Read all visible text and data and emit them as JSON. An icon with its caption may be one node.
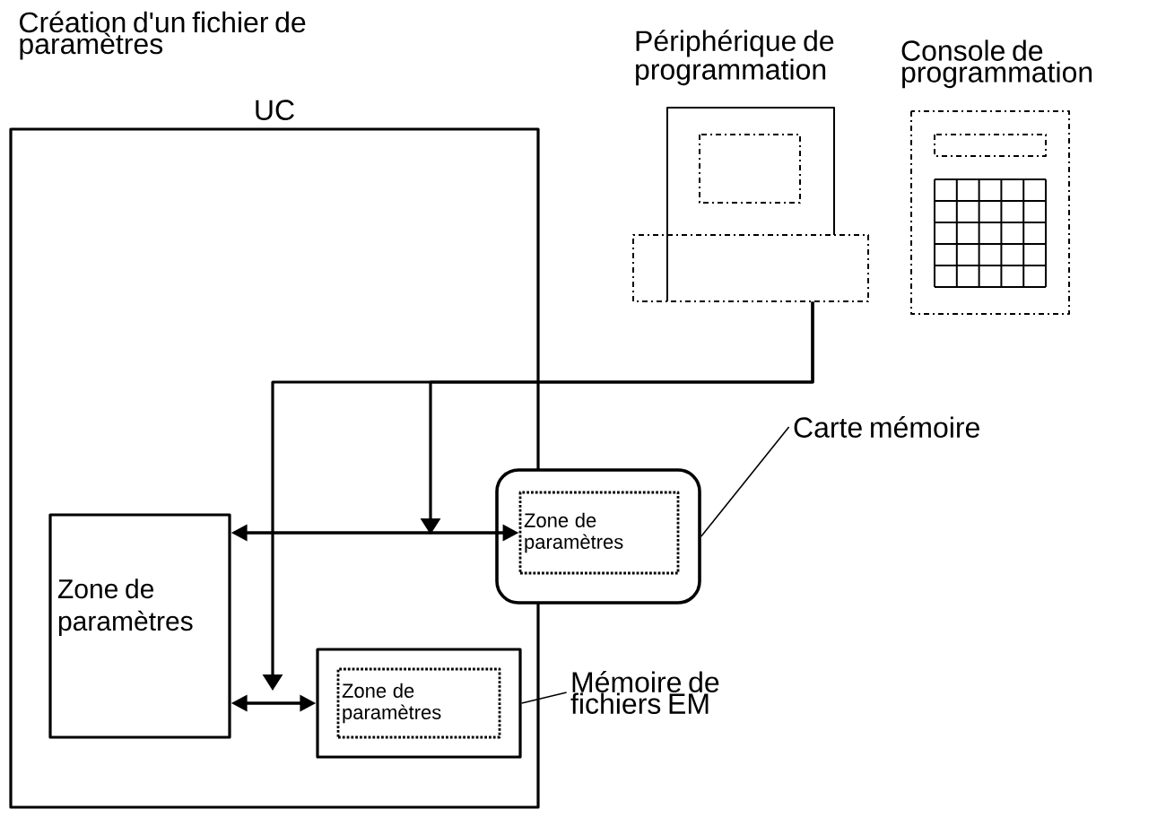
{
  "diagram": {
    "title": "Création d'un fichier de paramètres",
    "nodes": [
      {
        "text": [
          "UC"
        ]
      },
      {
        "text": [
          "Zone de paramètres"
        ],
        "in": 0
      },
      {
        "text": [],
        "shape": "box",
        "in": 0
      },
      {
        "text": [
          "Zone de paramètres"
        ],
        "in": 2
      },
      {
        "text": [],
        "shape": "box"
      },
      {
        "text": [
          "Zone de paramètres"
        ],
        "in": 4
      },
      {
        "text": [
          "Carte mémoire"
        ]
      },
      {
        "text": [
          "Mémoire de fichiers EM"
        ]
      },
      {
        "text": [
          "Périphérique de programmation"
        ]
      },
      {
        "text": [
          "Console de programmation"
        ]
      }
    ],
    "edges": [
      {
        "from": 1,
        "to": 5,
        "arrow": "both"
      },
      {
        "from": 1,
        "to": 2,
        "arrow": "both"
      },
      {
        "from": 8,
        "to": null,
        "arrow": "to"
      },
      {
        "from": 8,
        "to": null,
        "arrow": "to"
      },
      {
        "from": 6,
        "to": 4,
        "arrow": "none"
      },
      {
        "from": 7,
        "to": 2,
        "arrow": "none"
      }
    ]
  }
}
